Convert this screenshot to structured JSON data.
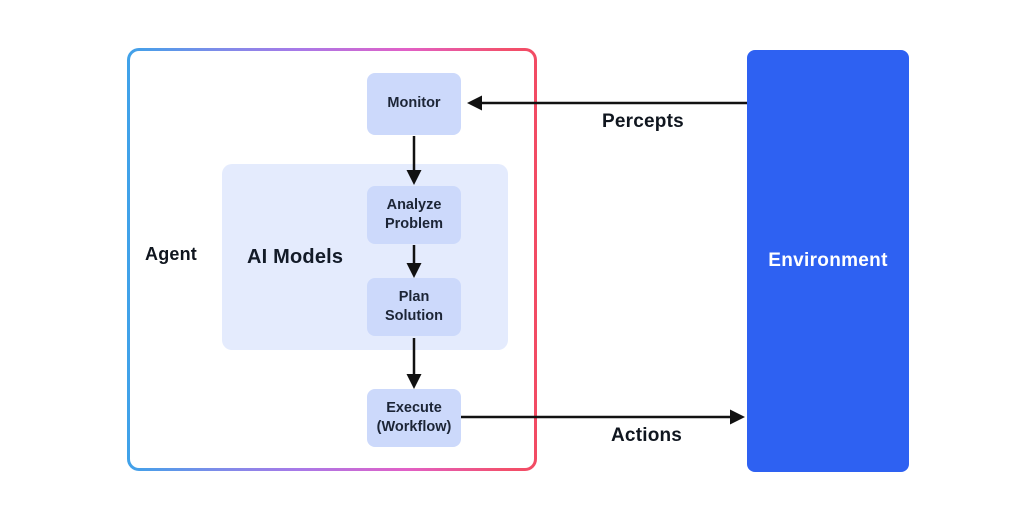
{
  "diagram": {
    "agent": {
      "label": "Agent",
      "ai_models": {
        "label": "AI Models"
      },
      "nodes": {
        "monitor": "Monitor",
        "analyze_problem": "Analyze Problem",
        "plan_solution": "Plan Solution",
        "execute_workflow": "Execute (Workflow)"
      }
    },
    "environment": {
      "label": "Environment"
    },
    "edges": {
      "percepts": {
        "label": "Percepts",
        "from": "Environment",
        "to": "Monitor"
      },
      "actions": {
        "label": "Actions",
        "from": "Execute (Workflow)",
        "to": "Environment"
      },
      "flow": [
        {
          "from": "Monitor",
          "to": "Analyze Problem"
        },
        {
          "from": "Analyze Problem",
          "to": "Plan Solution"
        },
        {
          "from": "Plan Solution",
          "to": "Execute (Workflow)"
        }
      ]
    },
    "colors": {
      "node_fill": "#ccd9fb",
      "group_fill": "#e4ebfd",
      "environment_fill": "#2e61f2",
      "environment_text": "#ffffff",
      "arrow": "#111111",
      "node_text": "#1c2536",
      "label_text": "#10161f",
      "agent_border_gradient": [
        "#3fa2e9",
        "#a879e8",
        "#e160c7",
        "#f24b63"
      ]
    }
  }
}
